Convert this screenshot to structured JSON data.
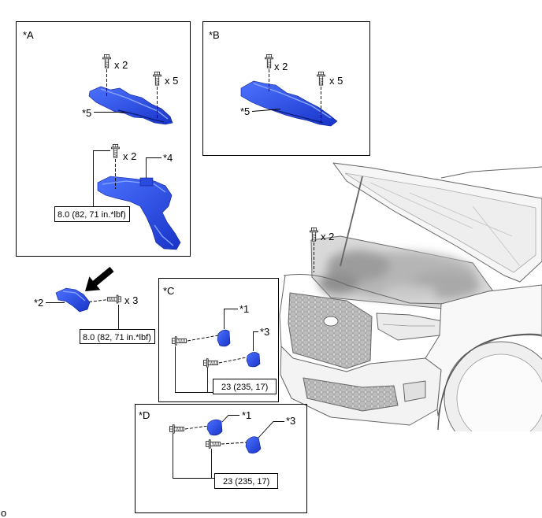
{
  "panel_a": {
    "label": "*A",
    "upper_bolt_qty": "x 2",
    "side_bolt_qty": "x 5",
    "upper_part_ref": "*5",
    "lower_bolt_qty": "x 2",
    "lower_part_ref": "*4",
    "torque": "8.0 (82, 71 in.*lbf)"
  },
  "panel_b": {
    "label": "*B",
    "upper_bolt_qty": "x 2",
    "side_bolt_qty": "x 5",
    "part_ref": "*5"
  },
  "main_view": {
    "hood_bolt_qty": "x 2",
    "part_ref": "*2",
    "part_bolt_qty": "x 3",
    "torque": "8.0 (82, 71 in.*lbf)"
  },
  "panel_c": {
    "label": "*C",
    "part_1_ref": "*1",
    "part_3_ref": "*3",
    "torque": "23 (235, 17)"
  },
  "panel_d": {
    "label": "*D",
    "part_1_ref": "*1",
    "part_3_ref": "*3",
    "torque": "23 (235, 17)"
  },
  "corner_text": "o",
  "colors": {
    "part_blue": "#1834c8",
    "part_blue_light": "#4d72ff",
    "line": "#000000",
    "vehicle_line": "#666666"
  },
  "icons": {
    "fastener": "bolt-icon",
    "direction": "arrow-icon"
  }
}
